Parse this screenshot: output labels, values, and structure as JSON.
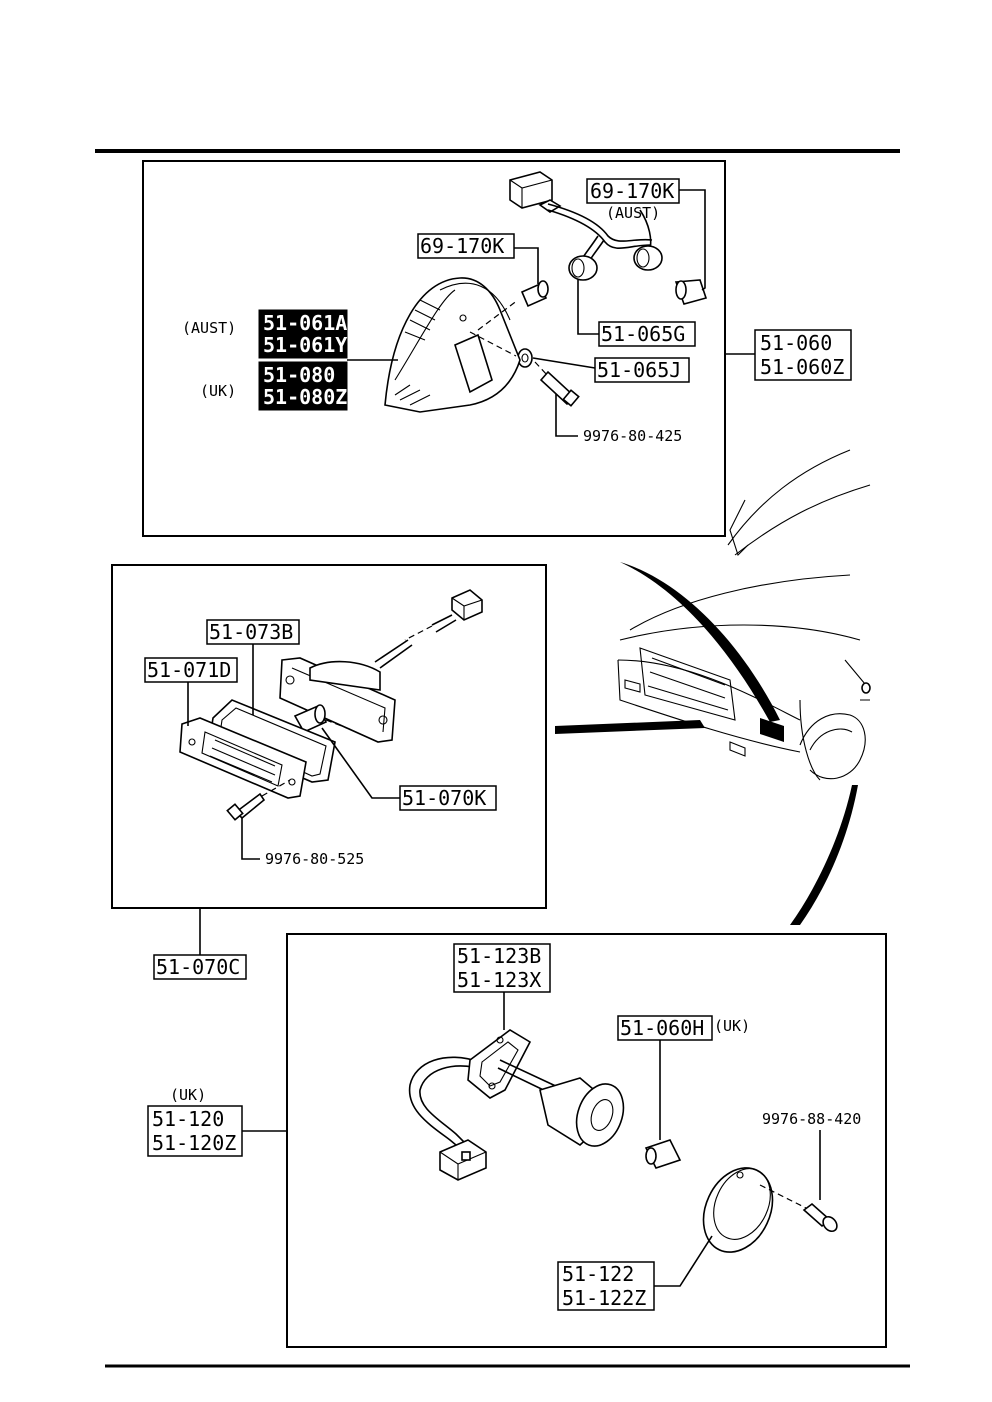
{
  "panel_top": {
    "labels": {
      "p69_170k_aust": "69-170K",
      "aust_note_top": "(AUST)",
      "p69_170k": "69-170K",
      "aust_note_left": "(AUST)",
      "uk_note_left": "(UK)",
      "p51_061a": "51-061A",
      "p51_061y": "51-061Y",
      "p51_080": "51-080",
      "p51_080z": "51-080Z",
      "p51_065g": "51-065G",
      "p51_065j": "51-065J",
      "screw_425": "9976-80-425"
    },
    "assembly": [
      "51-060",
      "51-060Z"
    ]
  },
  "panel_middle": {
    "labels": {
      "p51_073b": "51-073B",
      "p51_071d": "51-071D",
      "p51_070k": "51-070K",
      "screw_525": "9976-80-525"
    },
    "assembly": "51-070C"
  },
  "panel_bottom": {
    "labels": {
      "p51_123b": "51-123B",
      "p51_123x": "51-123X",
      "p51_060h": "51-060H",
      "uk_note_bulb": "(UK)",
      "screw_420": "9976-88-420",
      "p51_122": "51-122",
      "p51_122z": "51-122Z"
    },
    "assembly_note": "(UK)",
    "assembly": [
      "51-120",
      "51-120Z"
    ]
  }
}
